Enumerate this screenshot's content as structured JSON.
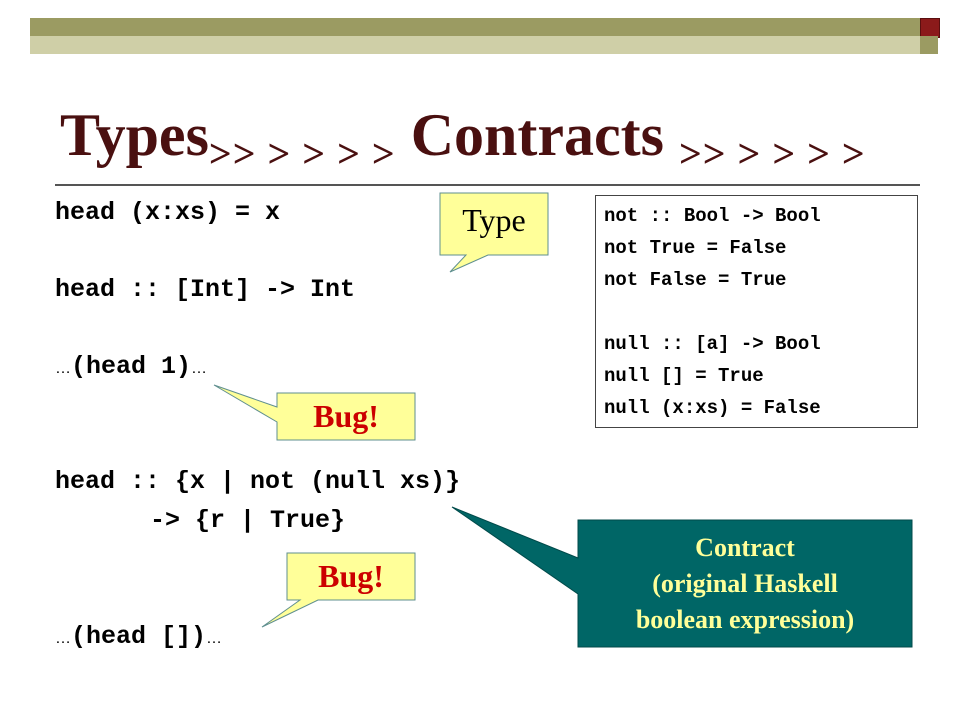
{
  "title": {
    "part1": "Types",
    "arrows1": ">> > > > >",
    "part2": "Contracts",
    "arrows2": ">> > > > >"
  },
  "code": {
    "line1": "head (x:xs) = x",
    "line2": "head :: [Int] -> Int",
    "line3_pre": "…",
    "line3_main": "(head 1)",
    "line3_post": "…",
    "line4": "head :: {x | not (null xs)}",
    "line5": "-> {r | True}",
    "line6_pre": "…",
    "line6_main": "(head [])",
    "line6_post": "…"
  },
  "infobox": {
    "lines": [
      "not :: Bool -> Bool",
      "not True = False",
      "not False = True",
      "",
      "null :: [a] -> Bool",
      "null [] = True",
      "null (x:xs) = False"
    ]
  },
  "callouts": {
    "type": "Type",
    "bug1": "Bug!",
    "bug2": "Bug!",
    "contract_line1": "Contract",
    "contract_line2": "(original Haskell",
    "contract_line3": "boolean expression)"
  },
  "colors": {
    "title": "#4a1010",
    "callout_yellow": "#ffff99",
    "callout_red_text": "#cc0000",
    "contract_fill": "#006666",
    "contract_text": "#ffff99",
    "deco_olive": "#9b9b62",
    "deco_red": "#8b1a1a"
  }
}
